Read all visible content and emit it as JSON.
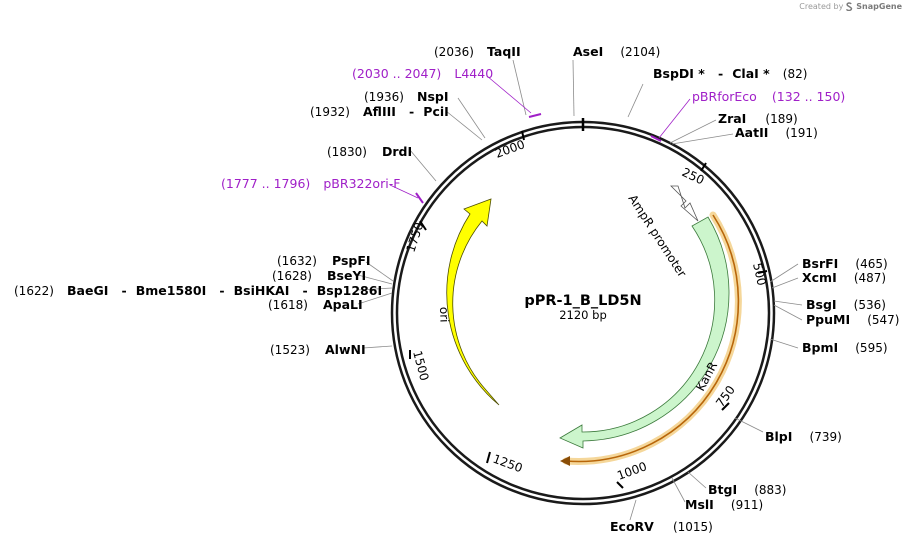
{
  "credit": {
    "text": "Created by",
    "brand": "SnapGene",
    "brand_icon": "snapgene-logo-icon"
  },
  "plasmid": {
    "name": "pPR-1_B_LD5N",
    "size_label": "2120 bp",
    "length": 2120
  },
  "colors": {
    "backbone": "#1a1a1a",
    "primer": "#a020c8",
    "ori_fill": "#ffff00",
    "kanr_fill": "#ccf5cc",
    "kanr_stroke": "#5aa05a",
    "orf": "#e6b040",
    "leader": "#8c8c8c"
  },
  "ticks": [
    {
      "label": "250"
    },
    {
      "label": "500"
    },
    {
      "label": "750"
    },
    {
      "label": "1000"
    },
    {
      "label": "1250"
    },
    {
      "label": "1500"
    },
    {
      "label": "1750"
    },
    {
      "label": "2000"
    }
  ],
  "sites": [
    {
      "name": "TaqII",
      "pos": "(2036)"
    },
    {
      "name": "AseI",
      "pos": "(2104)"
    },
    {
      "name": "BspDI *",
      "name2": "ClaI *",
      "pos": "(82)"
    },
    {
      "name": "ZraI",
      "pos": "(189)"
    },
    {
      "name": "AatII",
      "pos": "(191)"
    },
    {
      "name": "BsrFI",
      "pos": "(465)"
    },
    {
      "name": "XcmI",
      "pos": "(487)"
    },
    {
      "name": "BsgI",
      "pos": "(536)"
    },
    {
      "name": "PpuMI",
      "pos": "(547)"
    },
    {
      "name": "BpmI",
      "pos": "(595)"
    },
    {
      "name": "BlpI",
      "pos": "(739)"
    },
    {
      "name": "BtgI",
      "pos": "(883)"
    },
    {
      "name": "MslI",
      "pos": "(911)"
    },
    {
      "name": "EcoRV",
      "pos": "(1015)"
    },
    {
      "name": "AlwNI",
      "pos": "(1523)"
    },
    {
      "name": "ApaLI",
      "pos": "(1618)"
    },
    {
      "name": "BaeGI",
      "name2": "Bme1580I",
      "name3": "BsiHKAI",
      "name4": "Bsp1286I",
      "pos": "(1622)"
    },
    {
      "name": "BseYI",
      "pos": "(1628)"
    },
    {
      "name": "PspFI",
      "pos": "(1632)"
    },
    {
      "name": "DrdI",
      "pos": "(1830)"
    },
    {
      "name": "AflIII",
      "name2": "PciI",
      "pos": "(1932)"
    },
    {
      "name": "NspI",
      "pos": "(1936)"
    }
  ],
  "primers": [
    {
      "name": "L4440",
      "range": "(2030 .. 2047)"
    },
    {
      "name": "pBRforEco",
      "range": "(132 .. 150)"
    },
    {
      "name": "pBR322ori-F",
      "range": "(1777 .. 1796)"
    }
  ],
  "features": [
    {
      "name": "AmpR promoter",
      "type": "promoter"
    },
    {
      "name": "KanR",
      "type": "cds"
    },
    {
      "name": "ori",
      "type": "rep_origin"
    }
  ]
}
